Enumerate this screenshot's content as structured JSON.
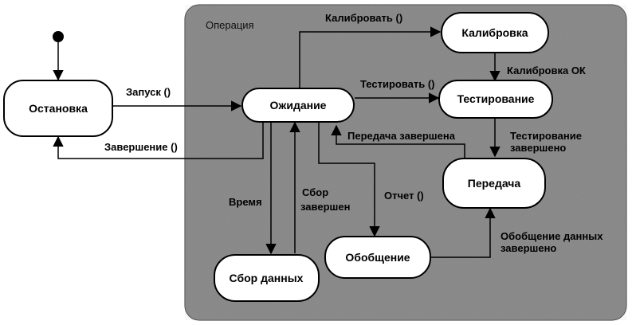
{
  "diagram": {
    "composite_label": "Операция",
    "states": {
      "stop": "Остановка",
      "wait": "Ожидание",
      "calibrate": "Калибровка",
      "test": "Тестирование",
      "transmit": "Передача",
      "collect": "Сбор данных",
      "summarize": "Обобщение"
    },
    "transitions": {
      "start": "Запуск ()",
      "finish": "Завершение ()",
      "calibrate_call": "Калибровать ()",
      "calibration_ok": "Калибровка ОК",
      "test_call": "Тестировать ()",
      "transfer_done": "Передача завершена",
      "testing_done_1": "Тестирование",
      "testing_done_2": "завершено",
      "time": "Время",
      "collection_done_1": "Сбор",
      "collection_done_2": "завершен",
      "report": "Отчет ()",
      "summary_done_1": "Обобщение данных",
      "summary_done_2": "завершено"
    },
    "colors": {
      "composite_fill": "#8d8d8d",
      "state_fill": "#ffffff",
      "line": "#000000"
    }
  }
}
